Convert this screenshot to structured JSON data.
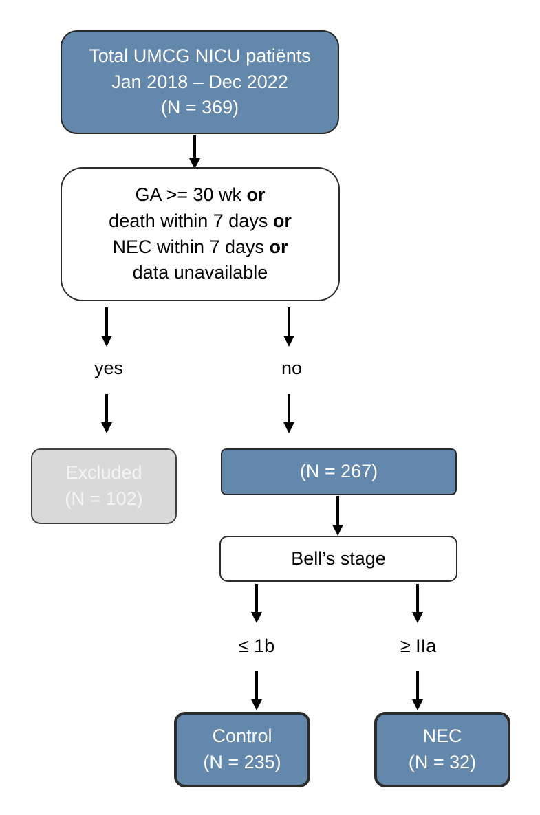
{
  "boxes": {
    "total": {
      "line1": "Total UMCG NICU patiënts",
      "line2": "Jan 2018 – Dec 2022",
      "line3": "(N = 369)"
    },
    "criteria": {
      "line1_text": "GA >= 30 wk ",
      "line2_text": "death within 7 days ",
      "line3_text": "NEC within 7 days ",
      "line4_text": "data unavailable",
      "connector": "or"
    },
    "excluded": {
      "line1": "Excluded",
      "line2": "(N = 102)"
    },
    "included": {
      "line1": "(N = 267)"
    },
    "bells": {
      "line1": "Bell’s stage"
    },
    "control": {
      "line1": "Control",
      "line2": "(N = 235)"
    },
    "nec": {
      "line1": "NEC",
      "line2": "(N = 32)"
    }
  },
  "labels": {
    "yes": "yes",
    "no": "no",
    "low_stage": "≤ 1b",
    "high_stage": "≥ IIa"
  },
  "colors": {
    "blue_box": "#6488ab",
    "excluded_box": "#d9d9d9",
    "border": "#2b2b2b",
    "arrow": "#000000"
  }
}
